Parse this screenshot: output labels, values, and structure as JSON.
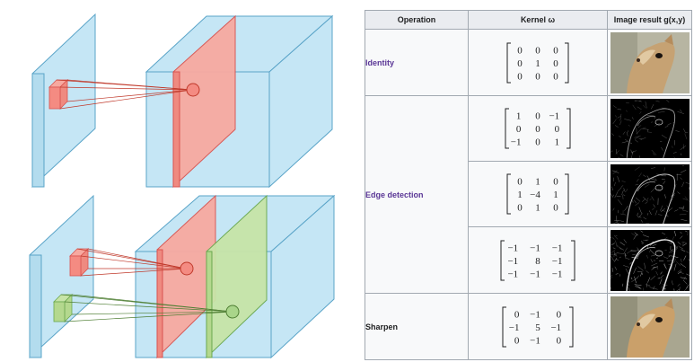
{
  "table": {
    "headers": [
      "Operation",
      "Kernel ω",
      "Image result g(x,y)"
    ],
    "operations": [
      {
        "label": "Identity",
        "link": true
      },
      {
        "label": "Edge detection",
        "link": true
      },
      {
        "label": "Sharpen",
        "link": false
      }
    ],
    "kernels": [
      [
        [
          "0",
          "0",
          "0"
        ],
        [
          "0",
          "1",
          "0"
        ],
        [
          "0",
          "0",
          "0"
        ]
      ],
      [
        [
          "1",
          "0",
          "−1"
        ],
        [
          "0",
          "0",
          "0"
        ],
        [
          "−1",
          "0",
          "1"
        ]
      ],
      [
        [
          "0",
          "1",
          "0"
        ],
        [
          "1",
          "−4",
          "1"
        ],
        [
          "0",
          "1",
          "0"
        ]
      ],
      [
        [
          "−1",
          "−1",
          "−1"
        ],
        [
          "−1",
          "8",
          "−1"
        ],
        [
          "−1",
          "−1",
          "−1"
        ]
      ],
      [
        [
          "0",
          "−1",
          "0"
        ],
        [
          "−1",
          "5",
          "−1"
        ],
        [
          "0",
          "−1",
          "0"
        ]
      ]
    ],
    "images": [
      "original-squirrel-image",
      "edge-detection-result-1",
      "edge-detection-result-2",
      "edge-detection-result-3",
      "sharpened-squirrel-image"
    ]
  },
  "colors": {
    "volume_blue": "#c5e6f5",
    "volume_edge": "#5aa4c8",
    "filter_red": "#f7a9a0",
    "filter_red_edge": "#d9534f",
    "filter_green": "#c7e4a8",
    "filter_green_edge": "#6aa84f",
    "link_purple": "#5a3696"
  }
}
